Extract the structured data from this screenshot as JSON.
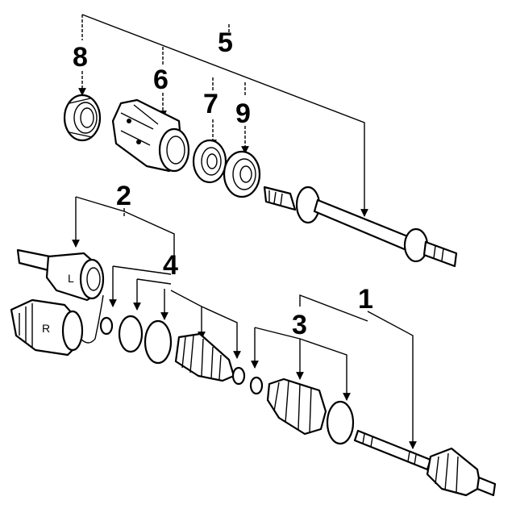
{
  "callouts": {
    "c1": "1",
    "c2": "2",
    "c3": "3",
    "c4": "4",
    "c5": "5",
    "c6": "6",
    "c7": "7",
    "c8": "8",
    "c9": "9"
  },
  "markings": {
    "outer_joint_letter": "L",
    "inner_joint_letter": "R"
  }
}
